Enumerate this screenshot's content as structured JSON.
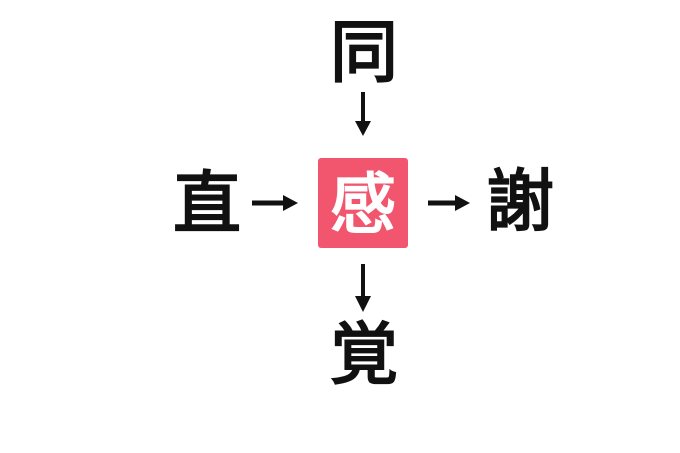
{
  "puzzle": {
    "top_char": "同",
    "left_char": "直",
    "right_char": "謝",
    "bottom_char": "覚",
    "center_char": "感"
  },
  "colors": {
    "background": "#FFFFFF",
    "outer_text": "#111111",
    "arrow": "#111111",
    "center_box_bg": "#F2566E",
    "center_char_text": "#FFFFFF"
  },
  "icons": {
    "arrow_top_to_center": "arrow-down-icon",
    "arrow_left_to_center": "arrow-right-icon",
    "arrow_center_to_right": "arrow-right-icon",
    "arrow_center_to_bottom": "arrow-down-icon"
  }
}
